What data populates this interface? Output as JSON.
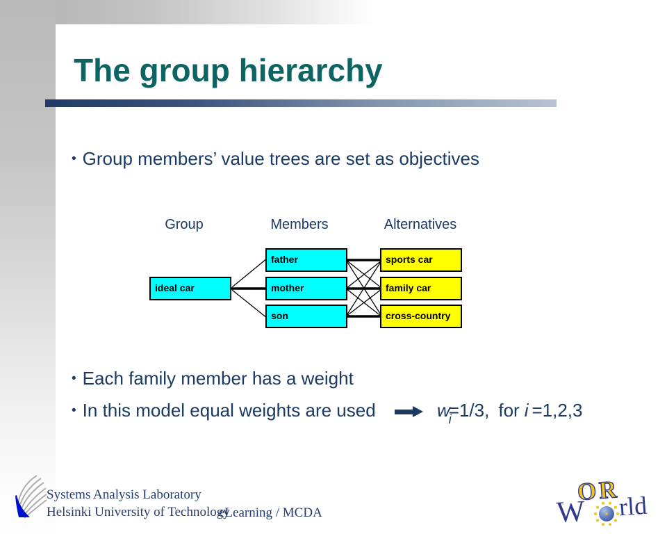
{
  "title": "The group hierarchy",
  "bullet_char": "•",
  "bullets": {
    "b1": "Group members’ value trees are set as objectives",
    "b2": "Each family member has a weight",
    "b3": "In this model equal weights are used"
  },
  "formula": {
    "w_var": "w",
    "w_sub": "i",
    "eq_frac": "=1/3,",
    "for_word": "for",
    "i_var": "i",
    "values": "=1,2,3"
  },
  "diagram": {
    "headers": {
      "group": "Group",
      "members": "Members",
      "alternatives": "Alternatives"
    },
    "group_node": "ideal car",
    "members": [
      "father",
      "mother",
      "son"
    ],
    "alternatives": [
      "sports car",
      "family car",
      "cross-country"
    ],
    "colors": {
      "member_fill": "#00ffff",
      "alternative_fill": "#ffff00",
      "border": "#000000"
    }
  },
  "footer": {
    "line1": "Systems Analysis Laboratory",
    "line2": "Helsinki University of Technology",
    "course": "eLearning / MCDA"
  },
  "logo": {
    "or": "OR",
    "w": "W",
    "rld": "rld"
  },
  "colors": {
    "title": "#0e6462",
    "body_text": "#1a3a64",
    "title_bar_start": "#1e3a66",
    "title_bar_end": "#b7c3d4",
    "logo_yellow": "#f0c419",
    "logo_navy": "#2f3a8f",
    "sal_blue": "#0011cc"
  }
}
